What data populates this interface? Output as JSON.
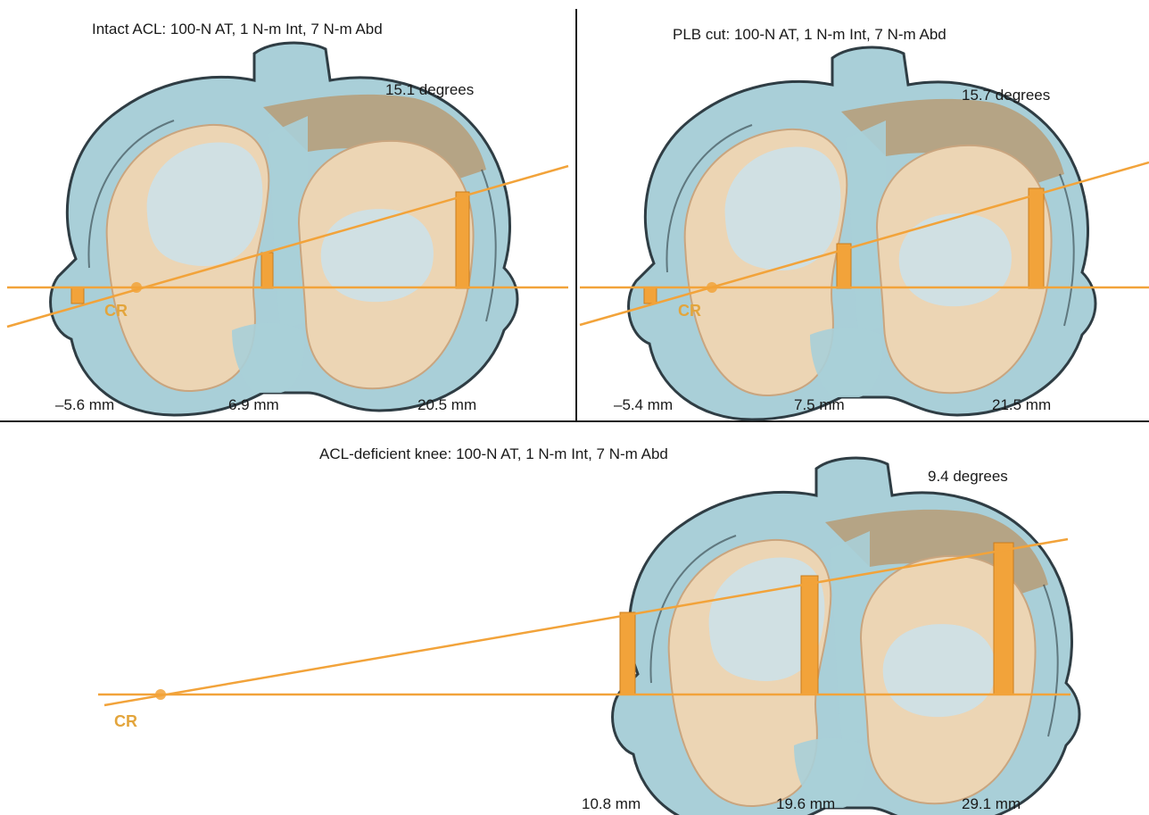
{
  "colors": {
    "accent": "#f2a33a",
    "accent_dark": "#c97d1e",
    "cr_text": "#e3a53c",
    "meniscus": "#a9cfd8",
    "meniscus_edge": "#2f3d44",
    "cartilage": "#ecd5b4",
    "cartilage_shade": "#c9a57f",
    "plateau_blue": "#cfe0e6",
    "bone_brown": "#b99569",
    "divider": "#1a1a1a"
  },
  "icons": [
    "knee-plateau-icon",
    "cr-point-icon"
  ],
  "panels": {
    "intact": {
      "title": "Intact ACL: 100-N AT, 1 N-m Int, 7 N-m Abd",
      "angle": "15.1 degrees",
      "cr_label": "CR",
      "measurements": [
        "–5.6 mm",
        "6.9 mm",
        "20.5 mm"
      ]
    },
    "plb": {
      "title": "PLB cut: 100-N AT, 1 N-m Int, 7 N-m Abd",
      "angle": "15.7 degrees",
      "cr_label": "CR",
      "measurements": [
        "–5.4 mm",
        "7.5 mm",
        "21.5 mm"
      ]
    },
    "deficient": {
      "title": "ACL-deficient knee: 100-N AT, 1 N-m Int, 7 N-m Abd",
      "angle": "9.4 degrees",
      "cr_label": "CR",
      "measurements": [
        "10.8 mm",
        "19.6 mm",
        "29.1 mm"
      ]
    }
  }
}
